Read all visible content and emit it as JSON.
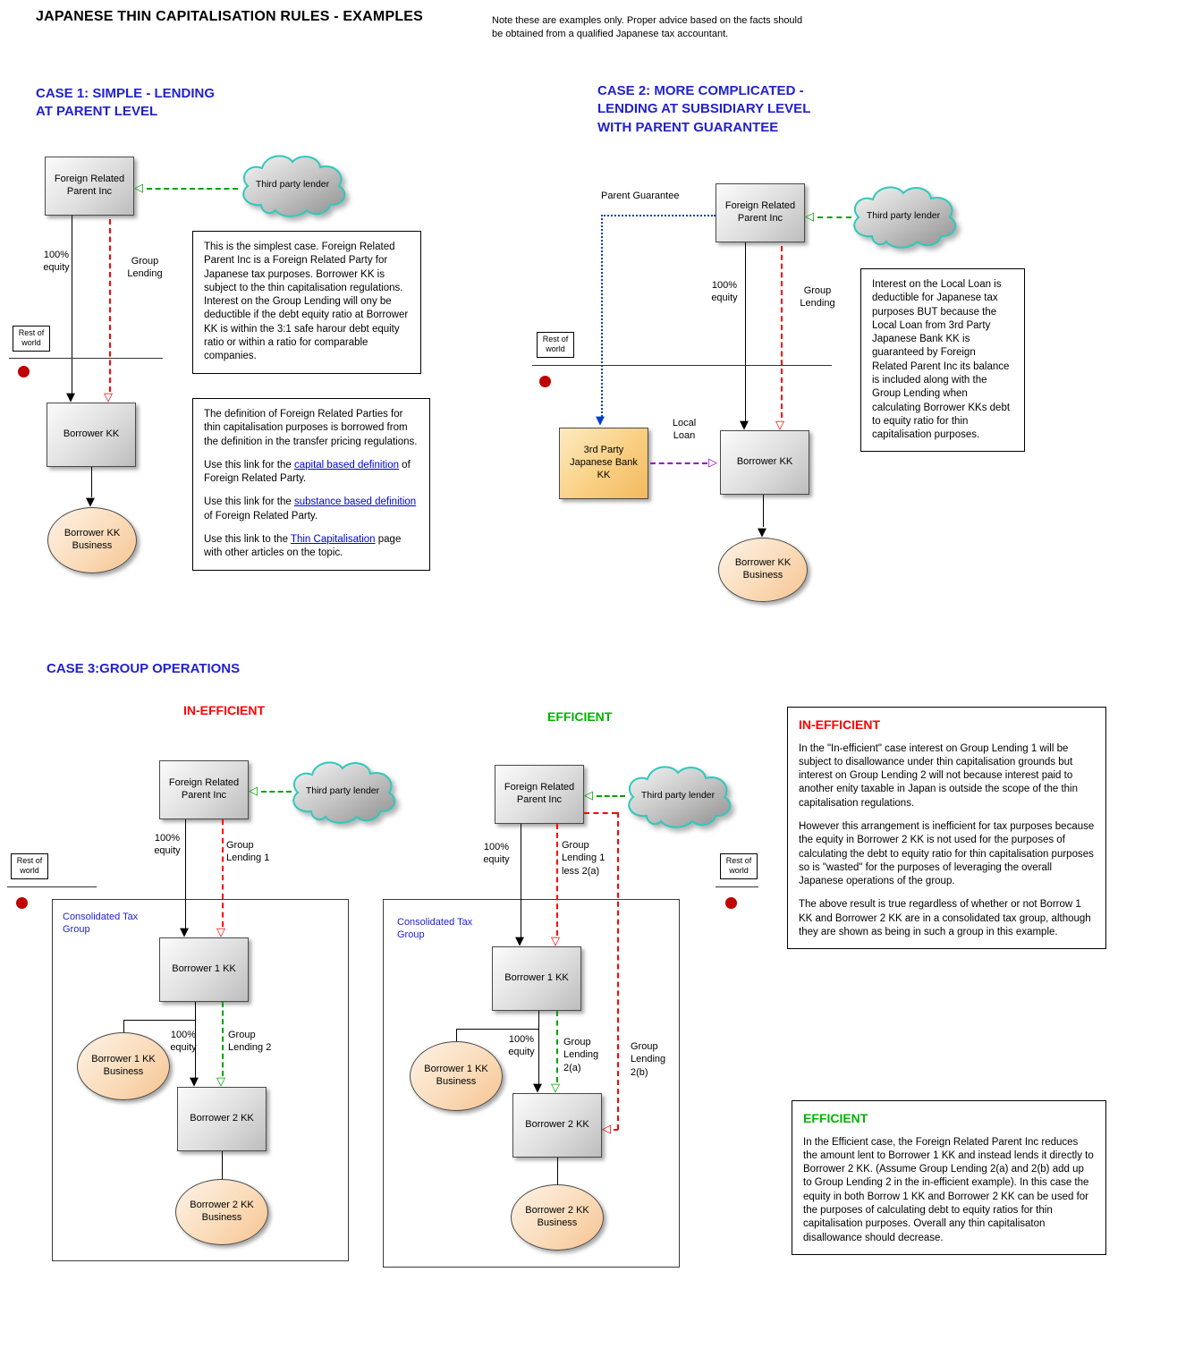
{
  "header": {
    "title": "JAPANESE THIN CAPITALISATION RULES - EXAMPLES",
    "note": "Note these are examples only.  Proper advice based on the facts should\nbe obtained from a qualified Japanese tax accountant."
  },
  "shared": {
    "parent": "Foreign Related\nParent Inc",
    "lender": "Third party lender",
    "equity": "100%\nequity",
    "group_lending": "Group\nLending",
    "rest_of_world": "Rest of\nworld",
    "borrower_kk": "Borrower KK",
    "borrower_kk_business": "Borrower KK\nBusiness"
  },
  "colors": {
    "heading_blue": "#2222CC",
    "inefficient_red": "#FF0000",
    "efficient_green": "#00B300",
    "lending_arrow_red": "#FF0000",
    "third_party_arrow_green": "#00A000",
    "guarantee_arrow_blue": "#0040C0",
    "local_loan_arrow_purple": "#9900CC",
    "rest_of_world_dot_red": "#C00000",
    "cloud_stroke_turquoise": "#2FC9BD"
  },
  "case1": {
    "heading": "CASE 1: SIMPLE - LENDING\nAT PARENT LEVEL",
    "note1": "This is the simplest case.  Foreign Related Parent Inc is a Foreign Related Party for Japanese tax purposes.  Borrower KK is subject to the thin capitalisation regulations.  Interest on the Group Lending will ony be deductible if the debt equity ratio at Borrower KK is within the 3:1 safe harour debt equity ratio or within a ratio for comparable companies.",
    "note2": {
      "p1": "The definition of Foreign Related Parties for thin capitalisation purposes is borrowed from the definition in the transfer pricing regulations.",
      "p2_pre": "Use this link for the ",
      "p2_link": "capital based definition",
      "p2_post": " of Foreign Related Party.",
      "p3_pre": "Use this link for the ",
      "p3_link": "substance based definition",
      "p3_post": " of Foreign Related Party.",
      "p4_pre": "Use this link to the ",
      "p4_link": "Thin Capitalisation",
      "p4_post": " page with other articles on the topic."
    }
  },
  "case2": {
    "heading": "CASE 2: MORE COMPLICATED -\nLENDING AT SUBSIDIARY LEVEL\nWITH PARENT GUARANTEE",
    "parent_guarantee": "Parent Guarantee",
    "bank": "3rd Party\nJapanese Bank\nKK",
    "local_loan": "Local\nLoan",
    "note": "Interest on the Local Loan is deductible for Japanese tax purposes BUT because the Local Loan from 3rd Party Japanese Bank KK is guaranteed by Foreign Related Parent Inc its balance is included along with the Group Lending when calculating Borrower KKs debt to equity ratio for thin capitalisation purposes."
  },
  "case3": {
    "heading": "CASE 3:GROUP OPERATIONS",
    "inefficient_title": "IN-EFFICIENT",
    "efficient_title": "EFFICIENT",
    "consolidated_tax_group": "Consolidated Tax\nGroup",
    "group_lending_1": "Group\nLending 1",
    "group_lending_2": "Group\nLending 2",
    "group_lending_1_less_2a": "Group\nLending 1\nless 2(a)",
    "group_lending_2a": "Group\nLending\n2(a)",
    "group_lending_2b": "Group\nLending\n2(b)",
    "borrower1": "Borrower 1 KK",
    "borrower2": "Borrower 2 KK",
    "borrower1_business": "Borrower 1 KK\nBusiness",
    "borrower2_business": "Borrower 2 KK\nBusiness",
    "inefficient_note": {
      "heading": "IN-EFFICIENT",
      "p1": "In the \"In-efficient\" case interest on Group Lending 1 will be subject to disallowance under thin capitalisation grounds but interest on Group Lending 2 will not because interest paid to another enity taxable in Japan is outside the scope of the thin capitalisation regulations.",
      "p2": "However this arrangement is inefficient for tax purposes because the equity in Borrower 2 KK is not used for the purposes of calculating the debt to equity ratio for thin capitalisation purposes so is \"wasted\" for the purposes of leveraging the overall Japanese operations of the group.",
      "p3": "The above result is true regardless of whether or not Borrow 1 KK and Borrower 2 KK are in a consolidated tax group, although they are shown as being in such a group in this example."
    },
    "efficient_note": {
      "heading": "EFFICIENT",
      "p1": "In the Efficient case, the Foreign Related Parent Inc reduces the amount lent to Borrower 1 KK and instead lends it directly to Borrower 2 KK.  (Assume Group Lending 2(a) and 2(b) add up to Group Lending 2 in the in-efficient example).  In this case the equity in both Borrow 1 KK and Borrower 2 KK can be used for the purposes of calculating debt to equity ratios for thin capitalisation purposes.  Overall any thin capitalisaton disallowance should decrease."
    }
  }
}
